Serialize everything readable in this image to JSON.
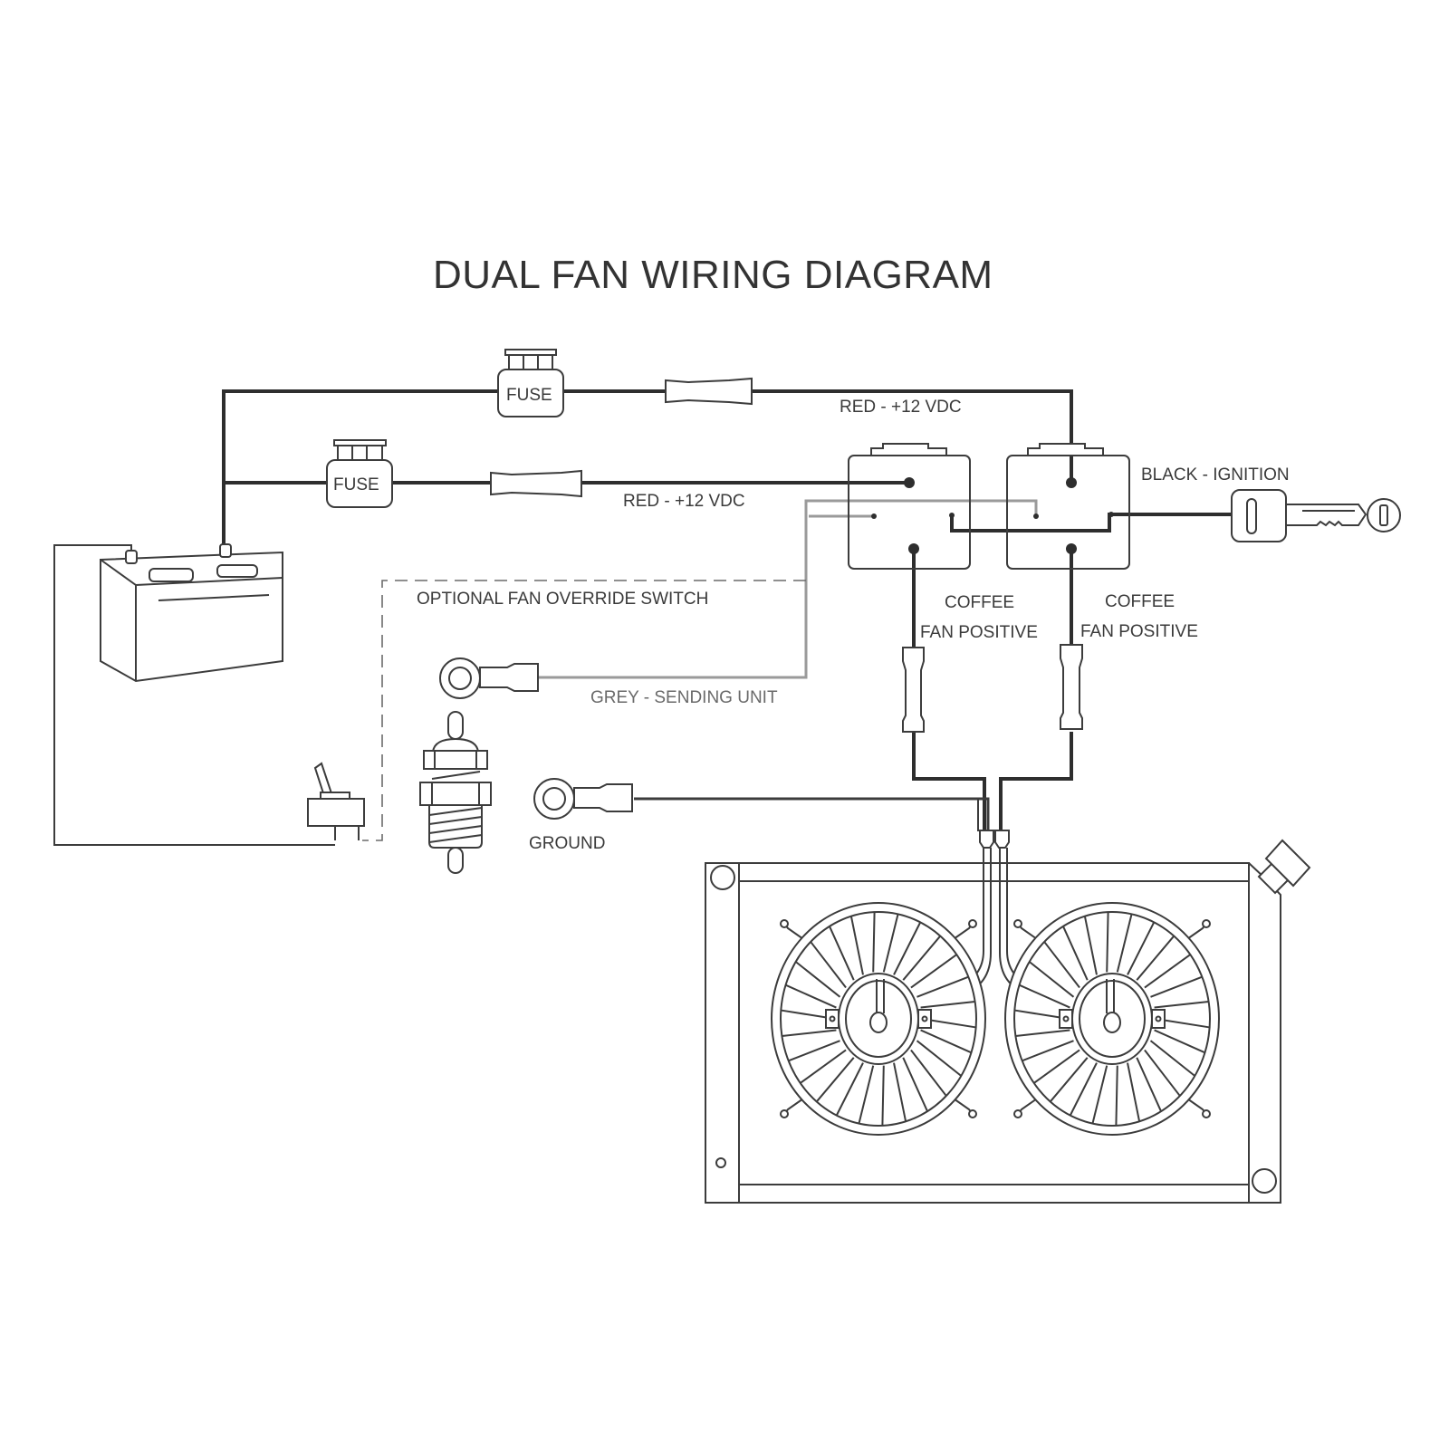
{
  "title": "DUAL FAN WIRING DIAGRAM",
  "fuses": [
    {
      "label": "FUSE"
    },
    {
      "label": "FUSE"
    }
  ],
  "wire_labels": {
    "red_upper": "RED - +12 VDC",
    "red_lower": "RED - +12 VDC",
    "black_ignition": "BLACK - IGNITION",
    "override_switch": "OPTIONAL FAN OVERRIDE SWITCH",
    "grey_sending": "GREY - SENDING UNIT",
    "fan_positive_left": {
      "line1": "COFFEE",
      "line2": "FAN POSITIVE"
    },
    "fan_positive_right": {
      "line1": "COFFEE",
      "line2": "FAN POSITIVE"
    },
    "ground": "GROUND"
  },
  "colors": {
    "wire": "#2e2e2e",
    "grey_wire": "#9a9a9a",
    "outline": "#3c3c3c",
    "text": "#3a3a3a"
  },
  "icons": {
    "battery": "battery-icon",
    "relay": "relay-icon",
    "ignition_key": "key-icon",
    "toggle_switch": "toggle-switch-icon",
    "temperature_sender": "temperature-sender-icon",
    "ring_terminal": "ring-terminal-icon",
    "radiator": "radiator-icon",
    "fan": "fan-icon"
  }
}
